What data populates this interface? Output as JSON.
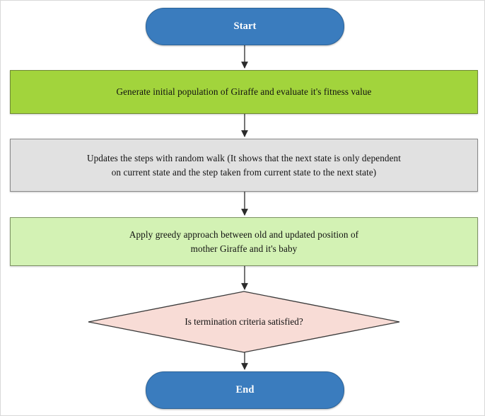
{
  "diagram": {
    "type": "flowchart",
    "title": "Giraffe optimisation algorithm flowchart",
    "orientation": "top-to-bottom",
    "colors": {
      "terminal_fill": "#3a7cbe",
      "terminal_text": "#ffffff",
      "process_bright_green": "#a2d43c",
      "process_gray": "#e1e1e1",
      "process_pale_green": "#d3f2b4",
      "decision_fill": "#f8dcd6",
      "edge_stroke": "#3a3a3a",
      "text": "#111111"
    },
    "nodes": [
      {
        "id": "start",
        "shape": "stadium",
        "label": "Start"
      },
      {
        "id": "init-population",
        "shape": "rectangle",
        "label": "Generate initial population of Giraffe and evaluate it's fitness value"
      },
      {
        "id": "random-walk",
        "shape": "rectangle",
        "label": "Updates the steps with random walk (It shows that the next state is only dependent\non current state and the step taken from current state to the next state)"
      },
      {
        "id": "greedy-approach",
        "shape": "rectangle",
        "label": "Apply greedy approach between old and updated position of\nmother Giraffe and it's baby"
      },
      {
        "id": "termination-check",
        "shape": "diamond",
        "label": "Is termination criteria satisfied?"
      },
      {
        "id": "end",
        "shape": "stadium",
        "label": "End"
      }
    ],
    "edges": [
      {
        "from": "start",
        "to": "init-population",
        "label": ""
      },
      {
        "from": "init-population",
        "to": "random-walk",
        "label": ""
      },
      {
        "from": "random-walk",
        "to": "greedy-approach",
        "label": ""
      },
      {
        "from": "greedy-approach",
        "to": "termination-check",
        "label": ""
      },
      {
        "from": "termination-check",
        "to": "end",
        "label": ""
      }
    ]
  }
}
